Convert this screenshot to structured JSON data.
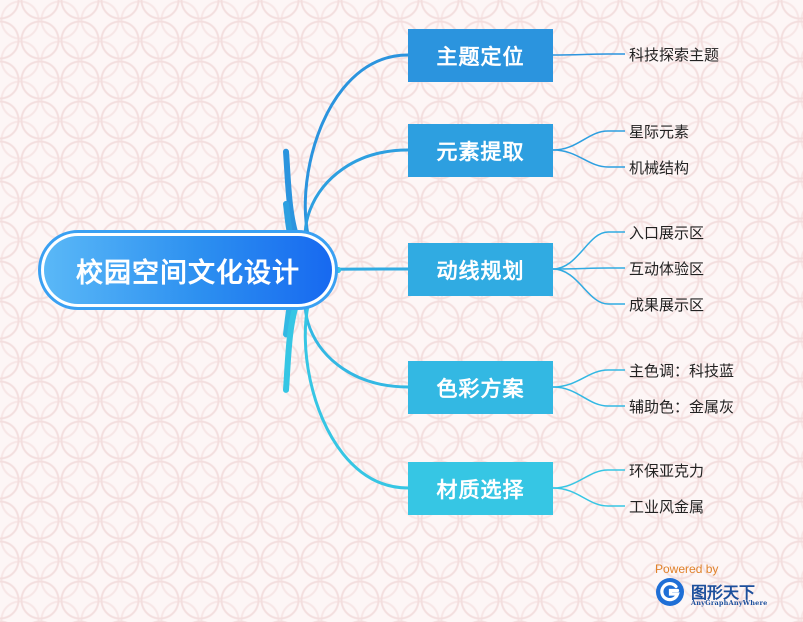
{
  "root": {
    "label": "校园空间文化设计"
  },
  "branches": [
    {
      "label": "主题定位",
      "color": "#2b94de",
      "leaves": [
        "科技探索主题"
      ]
    },
    {
      "label": "元素提取",
      "color": "#2d9fe0",
      "leaves": [
        "星际元素",
        "机械结构"
      ]
    },
    {
      "label": "动线规划",
      "color": "#30abe2",
      "leaves": [
        "入口展示区",
        "互动体验区",
        "成果展示区"
      ]
    },
    {
      "label": "色彩方案",
      "color": "#33b8e3",
      "leaves": [
        "主色调：科技蓝",
        "辅助色：金属灰"
      ]
    },
    {
      "label": "材质选择",
      "color": "#36c6e4",
      "leaves": [
        "环保亚克力",
        "工业风金属"
      ]
    }
  ],
  "brand": {
    "powered_by": "Powered by",
    "name": "图形天下",
    "subtitle": "AnyGraphAnyWhere",
    "icon": "g-logo-icon",
    "color": "#1c4f9c",
    "accent": "#e0822a"
  }
}
